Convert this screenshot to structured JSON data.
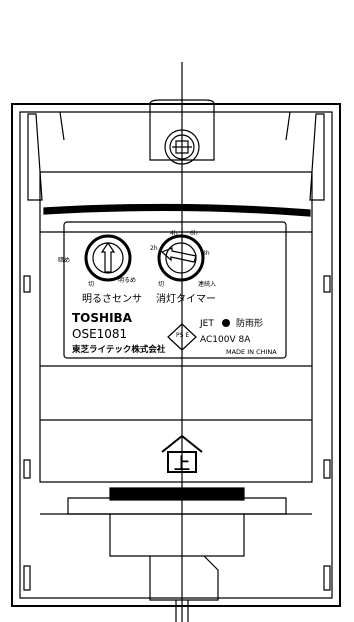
{
  "product": {
    "brand": "TOSHIBA",
    "model": "OSE1081",
    "maker": "東芝ライテック株式会社",
    "jet_mark": "JET",
    "weatherproof": "防雨形",
    "rating": "AC100V 8A",
    "origin": "MADE IN CHINA",
    "pse_mark": "PS E"
  },
  "controls": {
    "sensor": {
      "caption": "明るさセンサ",
      "dark_label": "暗め",
      "bright_label": "明るめ",
      "off_label": "切"
    },
    "timer": {
      "caption": "消灯タイマー",
      "marks": [
        "2h",
        "4h",
        "6h",
        "8h"
      ],
      "off_label": "切",
      "always_on_label": "連続入"
    }
  },
  "up_mark": "上",
  "colors": {
    "line": "#000000",
    "background": "#ffffff"
  }
}
